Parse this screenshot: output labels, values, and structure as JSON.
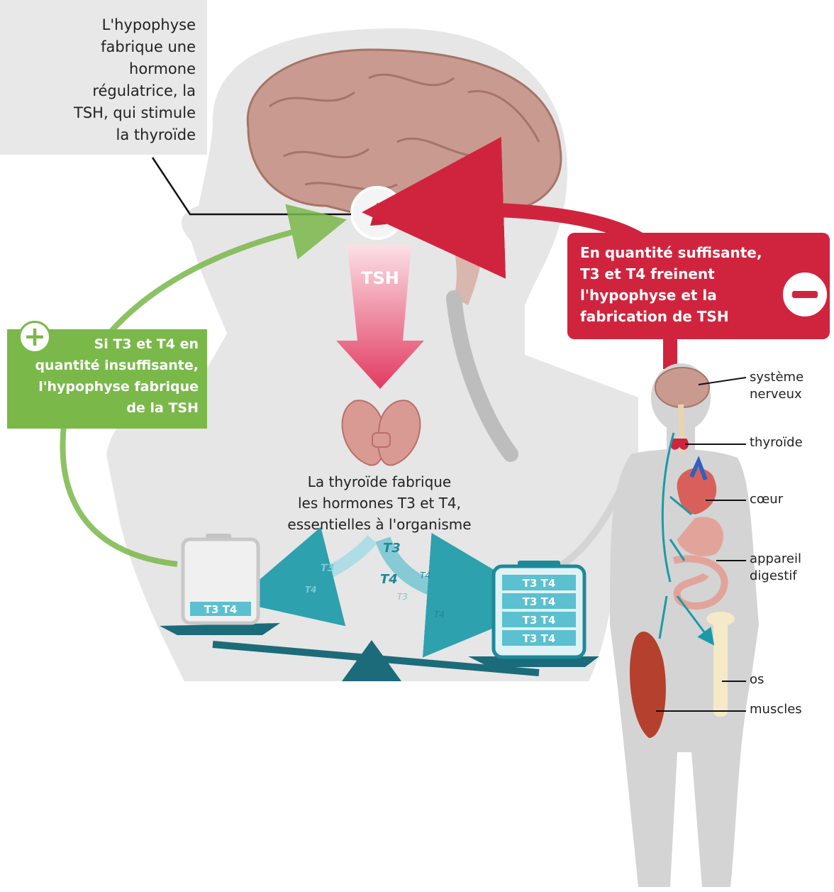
{
  "pituitary_note": {
    "lines": [
      "L'hypophyse",
      "fabrique une",
      "hormone",
      "régulatrice, la",
      "TSH, qui stimule",
      "la thyroïde"
    ]
  },
  "feedback_negative": {
    "lines": [
      "En quantité suffisante,",
      "T3 et T4 freinent",
      "l'hypophyse et la",
      "fabrication de TSH"
    ],
    "sign": "−"
  },
  "feedback_positive": {
    "lines": [
      "Si T3 et T4 en",
      "quantité insuffisante,",
      "l'hypophyse fabrique",
      "de la TSH"
    ],
    "sign": "+"
  },
  "tsh_arrow_label": "TSH",
  "thyroid_note": {
    "lines": [
      "La thyroïde fabrique",
      "les hormones T3 et T4,",
      "essentielles à l'organisme"
    ]
  },
  "hormones": {
    "low_battery": [
      "T3 T4"
    ],
    "full_battery": [
      "T3 T4",
      "T3 T4",
      "T3 T4",
      "T3 T4"
    ],
    "flow_labels": [
      "T3",
      "T4",
      "T3",
      "T4",
      "T4",
      "T3",
      "T4"
    ]
  },
  "organs": [
    {
      "lines": [
        "système",
        "nerveux"
      ]
    },
    {
      "lines": [
        "thyroïde"
      ]
    },
    {
      "lines": [
        "cœur"
      ]
    },
    {
      "lines": [
        "appareil",
        "digestif"
      ]
    },
    {
      "lines": [
        "os"
      ]
    },
    {
      "lines": [
        "muscles"
      ]
    }
  ],
  "colors": {
    "negative": "#d0243e",
    "positive": "#7ab84a",
    "teal": "#1c6b7a",
    "cyan": "#3aa8b8",
    "brain": "#c99a90",
    "silhouette": "#e6e6e6"
  }
}
